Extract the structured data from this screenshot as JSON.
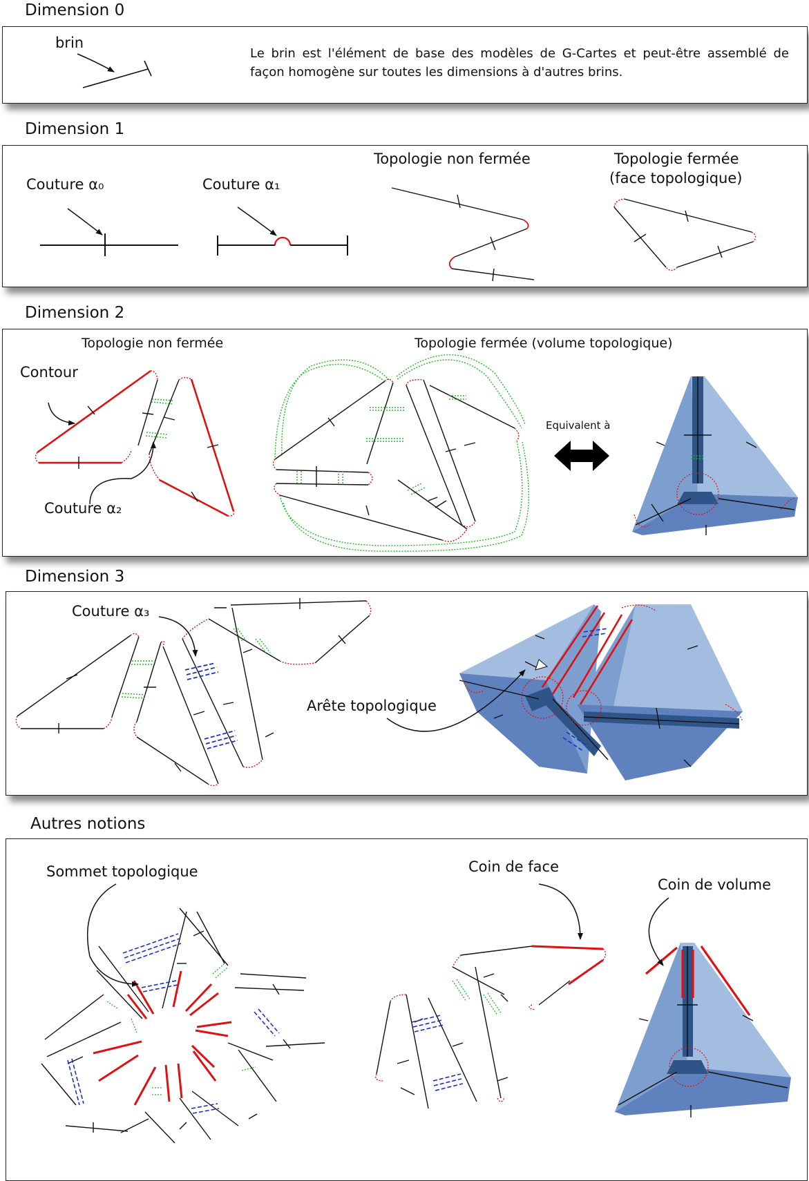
{
  "dim0": {
    "title": "Dimension 0",
    "brin_label": "brin",
    "description": "Le brin est l'élément de base des modèles de G-Cartes et peut-être assemblé de façon homogène sur toutes les dimensions à d'autres brins."
  },
  "dim1": {
    "title": "Dimension 1",
    "couture0": "Couture α₀",
    "couture1": "Couture α₁",
    "open_topology": "Topologie non fermée",
    "closed_topology_line1": "Topologie fermée",
    "closed_topology_line2": "(face topologique)"
  },
  "dim2": {
    "title": "Dimension 2",
    "open_topology": "Topologie non fermée",
    "contour": "Contour",
    "couture2": "Couture α₂",
    "closed_topology": "Topologie fermée (volume topologique)",
    "equivalent": "Equivalent à"
  },
  "dim3": {
    "title": "Dimension 3",
    "couture3": "Couture α₃",
    "arete": "Arête topologique"
  },
  "other": {
    "title": "Autres notions",
    "sommet": "Sommet topologique",
    "coin_face": "Coin de face",
    "coin_volume": "Coin de volume"
  },
  "colors": {
    "line": "#111111",
    "alpha_red": "#e01010",
    "alpha2_green": "#22bb22",
    "alpha3_blue": "#1a2fd0",
    "volume_light": "#a3bde0",
    "volume_mid": "#7c9fd0",
    "volume_dark": "#2f5588"
  }
}
